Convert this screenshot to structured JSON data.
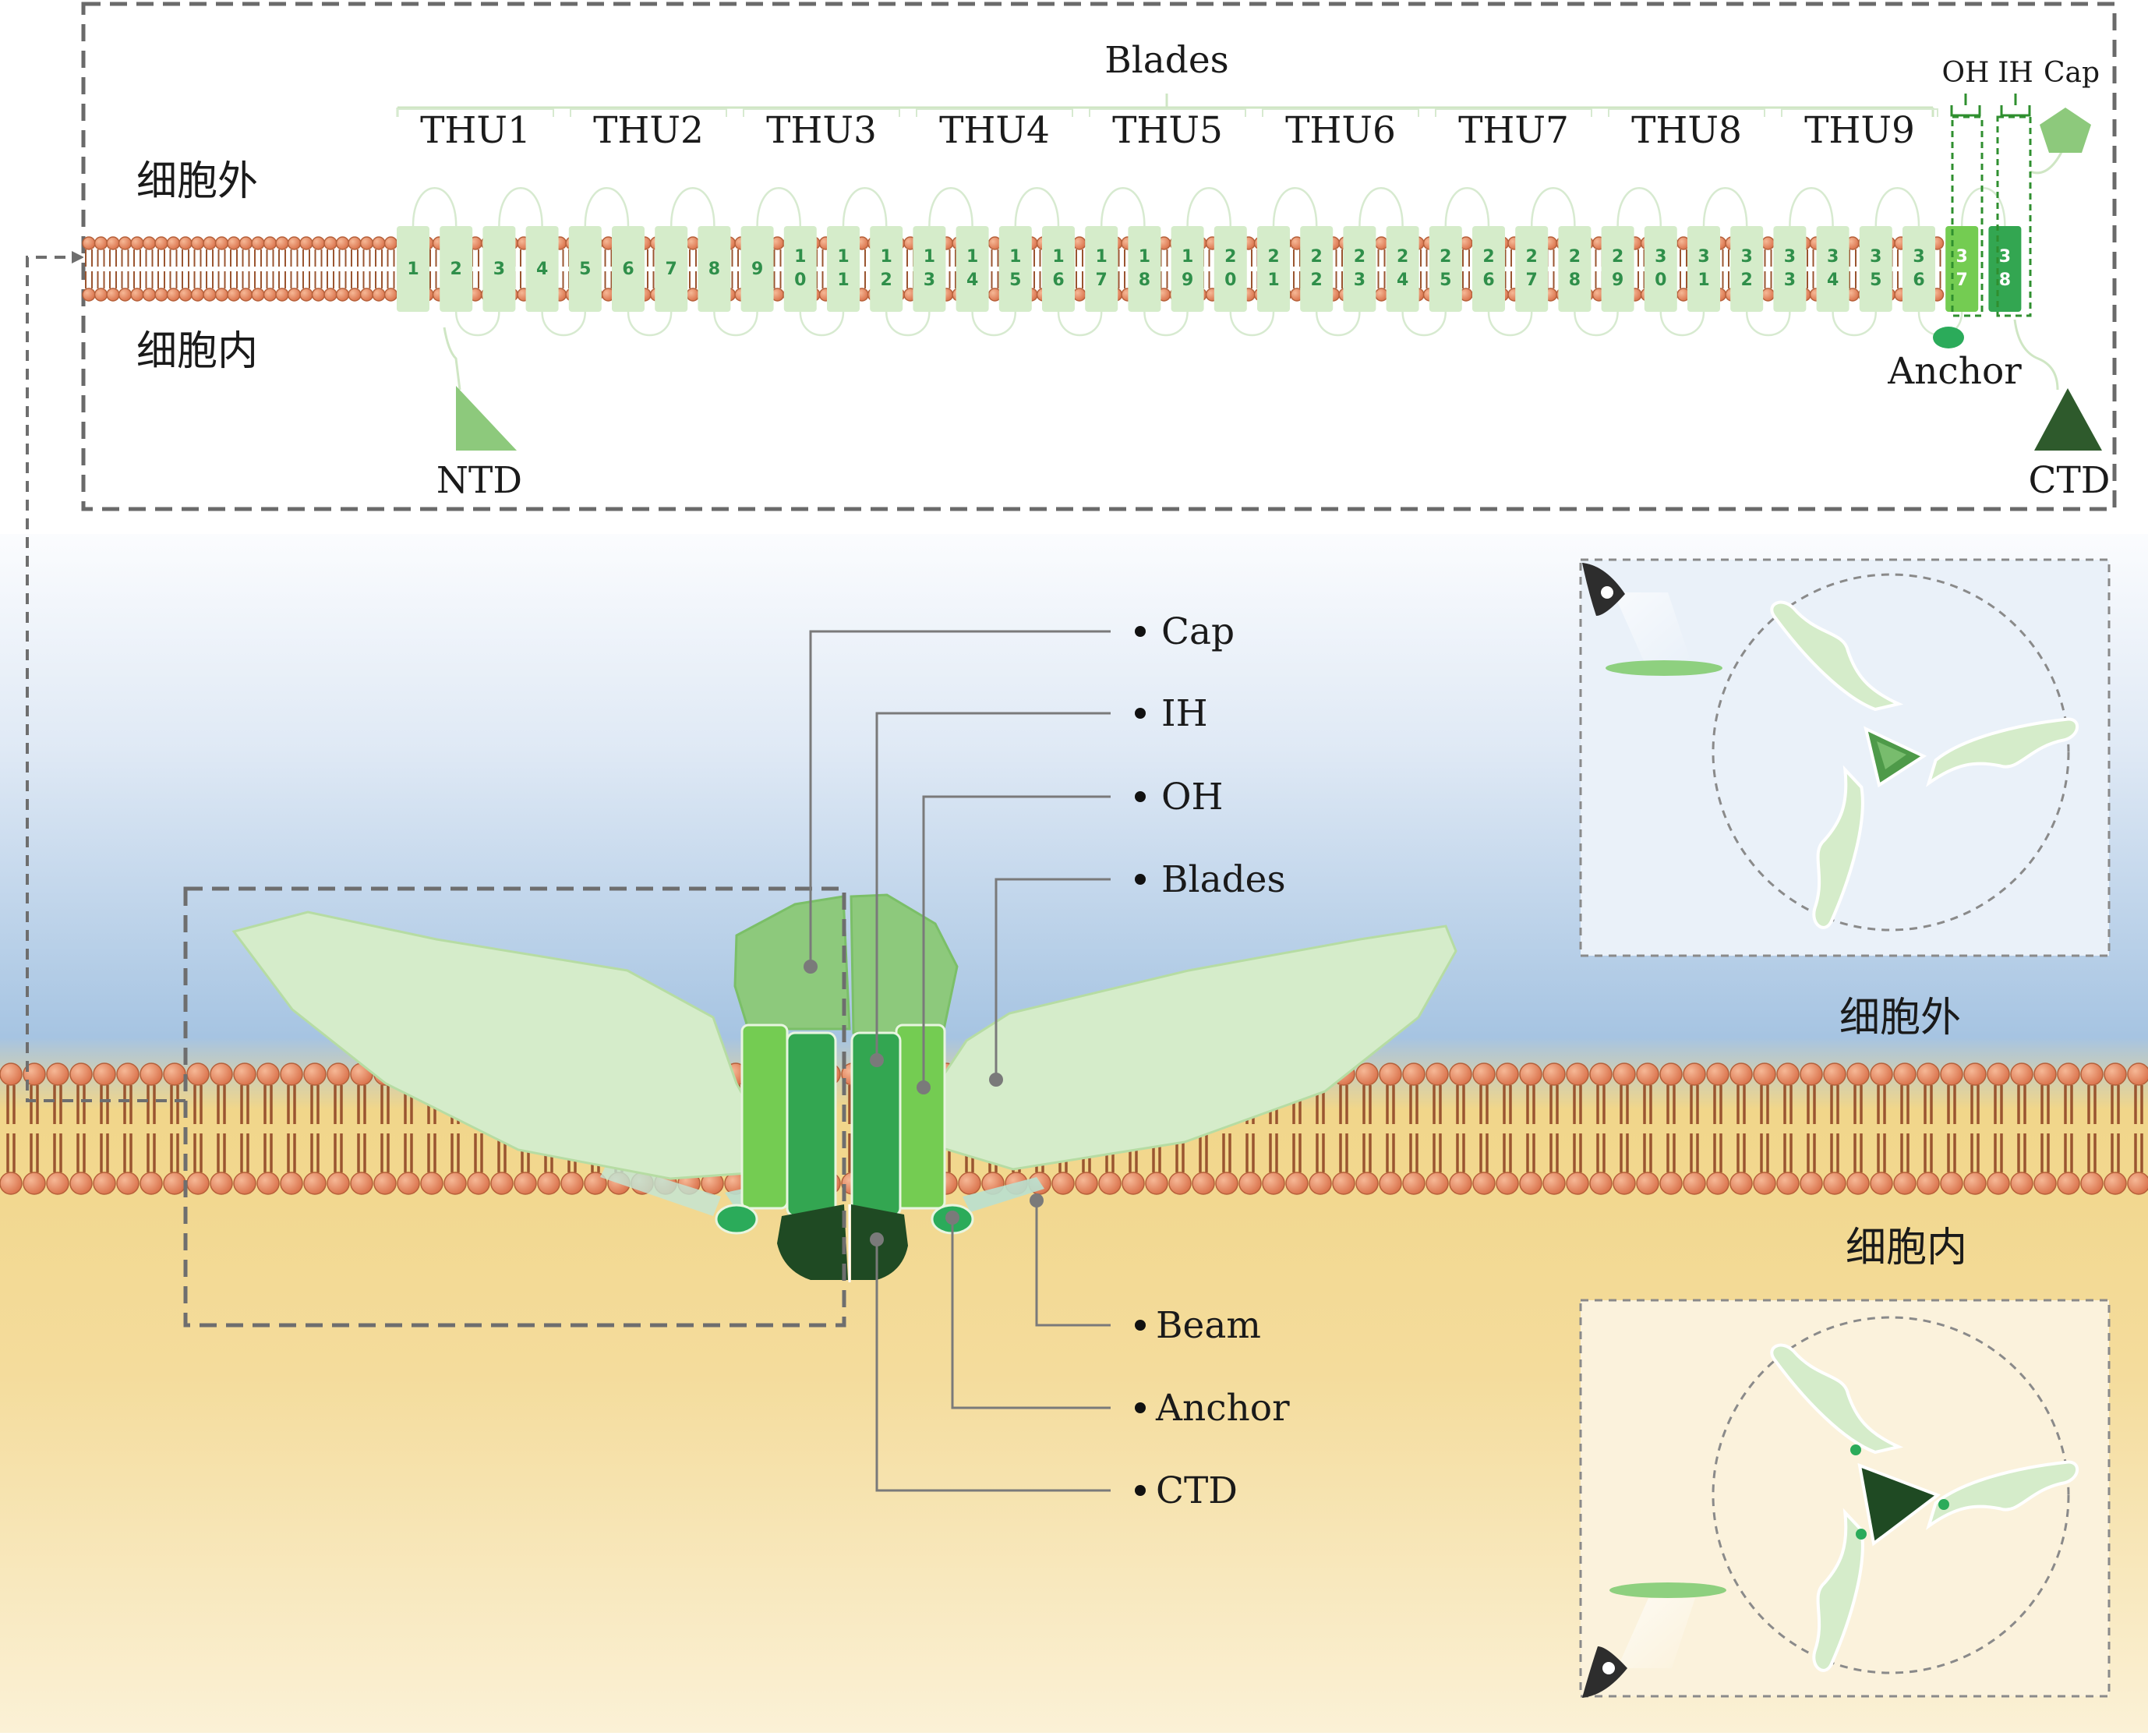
{
  "topology": {
    "blades_label": "Blades",
    "thu_labels": [
      "THU1",
      "THU2",
      "THU3",
      "THU4",
      "THU5",
      "THU6",
      "THU7",
      "THU8",
      "THU9"
    ],
    "extracellular": "细胞外",
    "intracellular": "细胞内",
    "oh_label": "OH",
    "ih_label": "IH",
    "cap_label": "Cap",
    "anchor_label": "Anchor",
    "ntd_label": "NTD",
    "ctd_label": "CTD",
    "segments": [
      "1",
      "2",
      "3",
      "4",
      "5",
      "6",
      "7",
      "8",
      "9",
      "1 0",
      "1 1",
      "1 2",
      "1 3",
      "1 4",
      "1 5",
      "1 6",
      "1 7",
      "1 8",
      "1 9",
      "2 0",
      "2 1",
      "2 2",
      "2 3",
      "2 4",
      "2 5",
      "2 6",
      "2 7",
      "2 8",
      "2 9",
      "3 0",
      "3 1",
      "3 2",
      "3 3",
      "3 4",
      "3 5",
      "3 6",
      "3 7",
      "3 8"
    ]
  },
  "structure": {
    "callouts_top": [
      "Cap",
      "IH",
      "OH",
      "Blades"
    ],
    "callouts_bottom": [
      "Beam",
      "Anchor",
      "CTD"
    ],
    "extracellular": "细胞外",
    "intracellular": "细胞内"
  },
  "colors": {
    "blade": "#d5ecca",
    "cap": "#8dc97c",
    "oh": "#74cc52",
    "ih": "#33a651",
    "ctd": "#1f4a23",
    "anchor": "#2bab5a",
    "lipid_head": "#e68a5c",
    "lipid_tail": "#9a5530"
  }
}
